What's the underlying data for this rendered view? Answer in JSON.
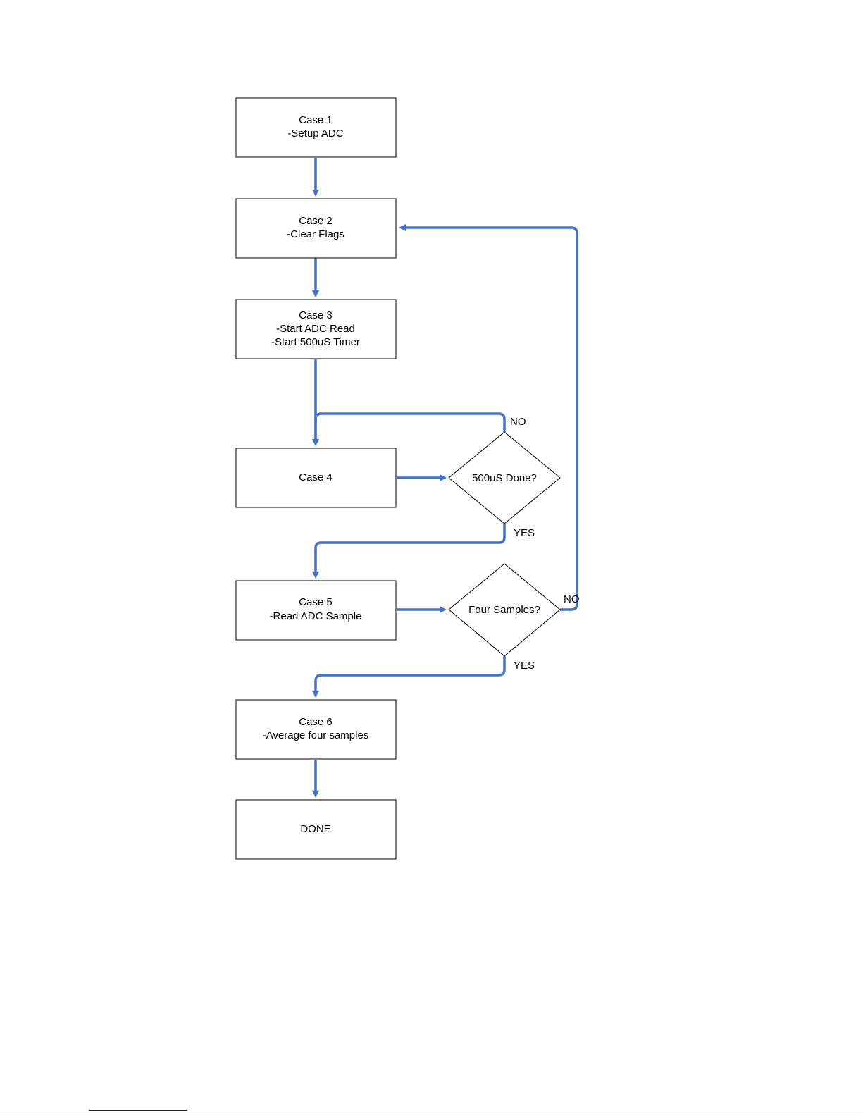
{
  "nodes": {
    "case1": {
      "lines": [
        "Case 1",
        "-Setup ADC"
      ]
    },
    "case2": {
      "lines": [
        "Case 2",
        "-Clear Flags"
      ]
    },
    "case3": {
      "lines": [
        "Case 3",
        "-Start ADC Read",
        "-Start 500uS Timer"
      ]
    },
    "case4": {
      "lines": [
        "Case 4"
      ]
    },
    "case5": {
      "lines": [
        "Case 5",
        "-Read ADC Sample"
      ]
    },
    "case6": {
      "lines": [
        "Case 6",
        "-Average four samples"
      ]
    },
    "done": {
      "lines": [
        "DONE"
      ]
    },
    "decision_timer": {
      "lines": [
        "500uS Done?"
      ]
    },
    "decision_samples": {
      "lines": [
        "Four Samples?"
      ]
    }
  },
  "edge_labels": {
    "timer_no": "NO",
    "timer_yes": "YES",
    "samples_no": "NO",
    "samples_yes": "YES"
  },
  "colors": {
    "arrow": "#4472c4",
    "box_border": "#000000",
    "text": "#000000"
  }
}
